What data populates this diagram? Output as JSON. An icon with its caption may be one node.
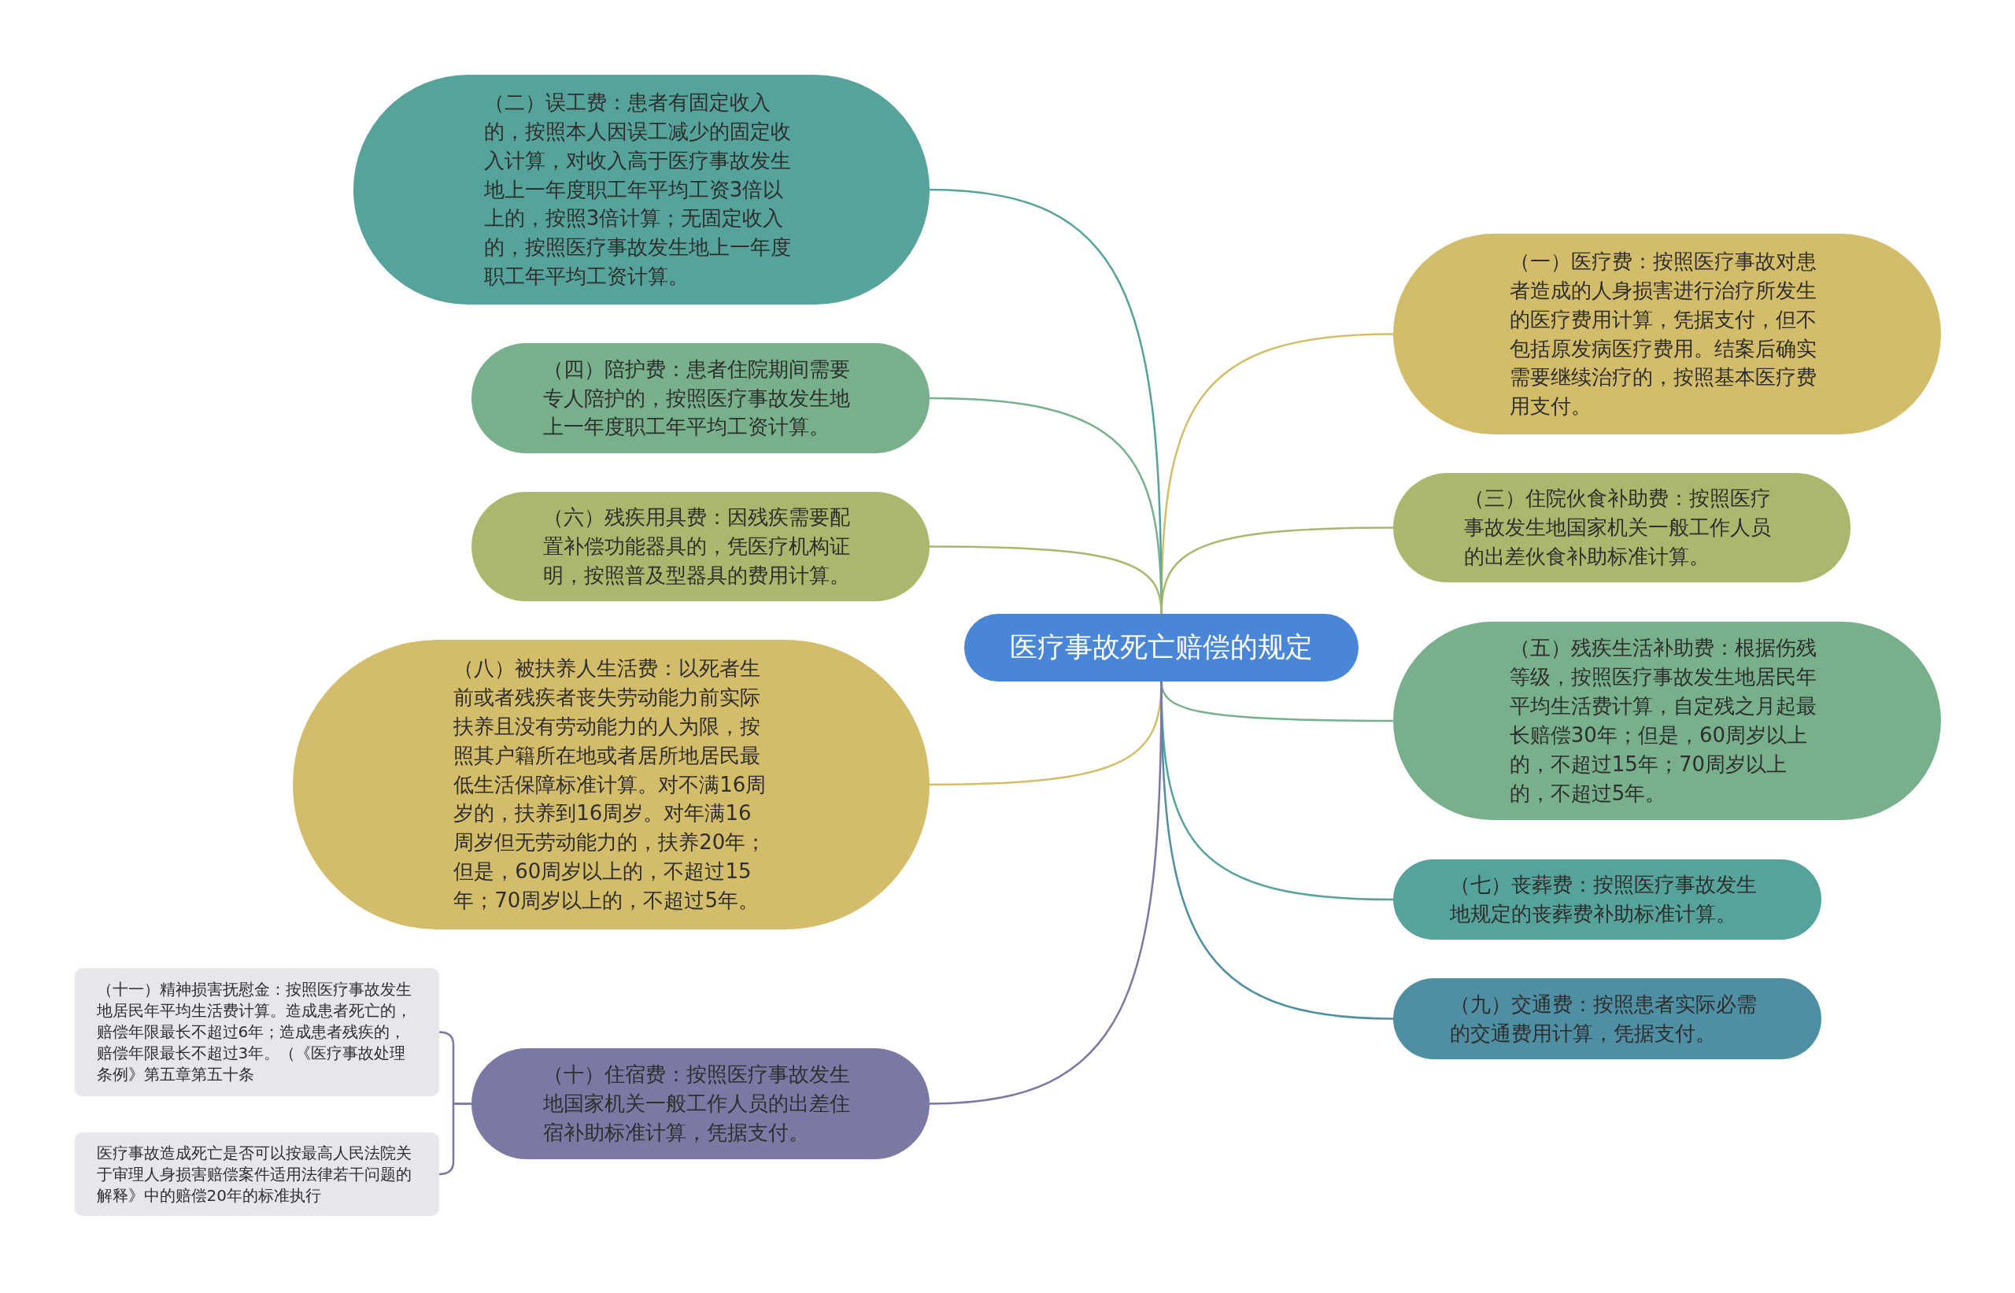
{
  "diagram": {
    "nodes": [
      {
        "text": [
          "医疗事故死亡赔偿的规定"
        ]
      },
      {
        "text": [
          "（一）医疗费：按照医疗事故对患者造成的人身损害进行治疗所发生的医疗费用计算，凭据支付，但不包括原发病医疗费用。结案后确实需要继续治疗的，按照基本医疗费用支付。"
        ]
      },
      {
        "text": [
          "（二）误工费：患者有固定收入的，按照本人因误工减少的固定收入计算，对收入高于医疗事故发生地上一年度职工年平均工资3倍以上的，按照3倍计算；无固定收入的，按照医疗事故发生地上一年度职工年平均工资计算。"
        ]
      },
      {
        "text": [
          "（三）住院伙食补助费：按照医疗事故发生地国家机关一般工作人员的出差伙食补助标准计算。"
        ]
      },
      {
        "text": [
          "（四）陪护费：患者住院期间需要专人陪护的，按照医疗事故发生地上一年度职工年平均工资计算。"
        ]
      },
      {
        "text": [
          "（五）残疾生活补助费：根据伤残等级，按照医疗事故发生地居民年平均生活费计算，自定残之月起最长赔偿30年；但是，60周岁以上的，不超过15年；70周岁以上的，不超过5年。"
        ]
      },
      {
        "text": [
          "（六）残疾用具费：因残疾需要配置补偿功能器具的，凭医疗机构证明，按照普及型器具的费用计算。"
        ]
      },
      {
        "text": [
          "（七）丧葬费：按照医疗事故发生地规定的丧葬费补助标准计算。"
        ]
      },
      {
        "text": [
          "（八）被扶养人生活费：以死者生前或者残疾者丧失劳动能力前实际扶养且没有劳动能力的人为限，按照其户籍所在地或者居所地居民最低生活保障标准计算。对不满16周岁的，扶养到16周岁。对年满16周岁但无劳动能力的，扶养20年；但是，60周岁以上的，不超过15年；70周岁以上的，不超过5年。"
        ]
      },
      {
        "text": [
          "（九）交通费：按照患者实际必需的交通费用计算，凭据支付。"
        ]
      },
      {
        "text": [
          "（十）住宿费：按照医疗事故发生地国家机关一般工作人员的出差住宿补助标准计算，凭据支付。"
        ]
      },
      {
        "text": [
          "（十一）精神损害抚慰金：按照医疗事故发生地居民年平均生活费计算。造成患者死亡的，赔偿年限最长不超过6年；造成患者残疾的，赔偿年限最长不超过3年。（《医疗事故处理条例》第五章第五十条"
        ]
      },
      {
        "text": [
          "医疗事故造成死亡是否可以按最高人民法院关于审理人身损害赔偿案件适用法律若干问题的解释》中的赔偿20年的标准执行"
        ]
      }
    ],
    "edges": [
      {
        "from": 0,
        "to": 1,
        "arrow": "none",
        "color": "#d4bd6a"
      },
      {
        "from": 0,
        "to": 2,
        "arrow": "none",
        "color": "#55a39a"
      },
      {
        "from": 0,
        "to": 3,
        "arrow": "none",
        "color": "#a9b86c"
      },
      {
        "from": 0,
        "to": 4,
        "arrow": "none",
        "color": "#77b08a"
      },
      {
        "from": 0,
        "to": 5,
        "arrow": "none",
        "color": "#77b08a"
      },
      {
        "from": 0,
        "to": 6,
        "arrow": "none",
        "color": "#a9b86c"
      },
      {
        "from": 0,
        "to": 7,
        "arrow": "none",
        "color": "#55a39a"
      },
      {
        "from": 0,
        "to": 8,
        "arrow": "none",
        "color": "#d4bd6a"
      },
      {
        "from": 0,
        "to": 9,
        "arrow": "none",
        "color": "#4f8fa3"
      },
      {
        "from": 0,
        "to": 10,
        "arrow": "none",
        "color": "#7a79a3"
      },
      {
        "from": 10,
        "to": 11,
        "arrow": "none",
        "color": "#7a79a3"
      },
      {
        "from": 10,
        "to": 12,
        "arrow": "none",
        "color": "#7a79a3"
      }
    ]
  }
}
